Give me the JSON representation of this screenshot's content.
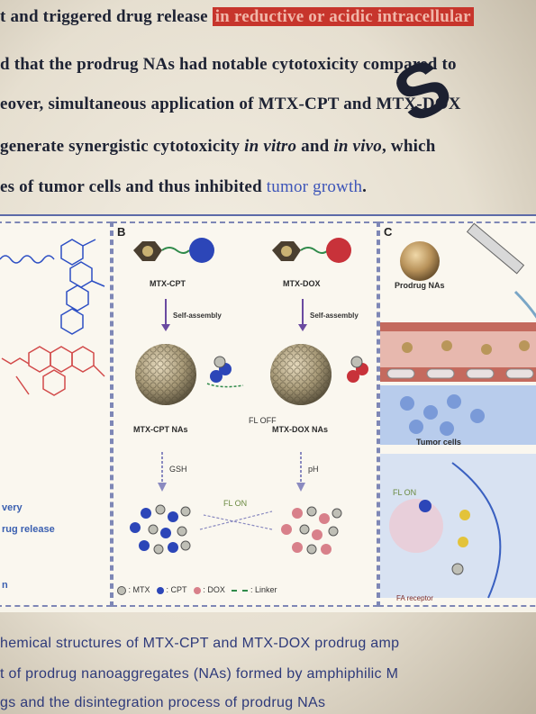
{
  "body_text": {
    "line1_prefix": "t and triggered drug release ",
    "line1_highlight": "in reductive or acidic intracellular",
    "line2": "d that the prodrug NAs had notable cytotoxicity compared to",
    "line3": "eover, simultaneous application of MTX-CPT and MTX-DOX",
    "line4_prefix": " generate synergistic cytotoxicity ",
    "line4_it1": "in vitro",
    "line4_mid": " and ",
    "line4_it2": "in vivo",
    "line4_suffix": ", which",
    "line5_prefix": "es of tumor cells and thus inhibited ",
    "line5_blue": "tumor growth",
    "line5_suffix": "."
  },
  "watermark": {
    "text": "S"
  },
  "figure": {
    "panel_b_letter": "B",
    "panel_c_letter": "C",
    "left_panel_labels": {
      "label1": "very",
      "label2": "rug release",
      "label3": "n"
    },
    "panel_b": {
      "prodrug1": "MTX-CPT",
      "prodrug2": "MTX-DOX",
      "self_assembly1": "Self-assembly",
      "self_assembly2": "Self-assembly",
      "nas1": "MTX-CPT NAs",
      "nas2": "MTX-DOX NAs",
      "fl_off": "FL OFF",
      "trigger1": "GSH",
      "trigger2": "pH",
      "fl_on": "FL ON"
    },
    "legend": {
      "mtx": ": MTX",
      "cpt": ": CPT",
      "dox": ": DOX",
      "linker": ": Linker"
    },
    "panel_c": {
      "prodrug_nas": "Prodrug NAs",
      "tumor_cells": "Tumor cells",
      "fl_on": "FL ON",
      "fa_receptor": "FA receptor"
    }
  },
  "caption": {
    "line1": "hemical structures of MTX-CPT and MTX-DOX prodrug amp",
    "line2": "t of prodrug nanoaggregates (NAs) formed by amphiphilic M",
    "line3": "gs and the disintegration process of prodrug NAs"
  },
  "colors": {
    "highlight": "#c7352c",
    "cpt_blue": "#2c46b8",
    "dox_red": "#c8323a",
    "mtx_gray": "#8a8a80"
  }
}
